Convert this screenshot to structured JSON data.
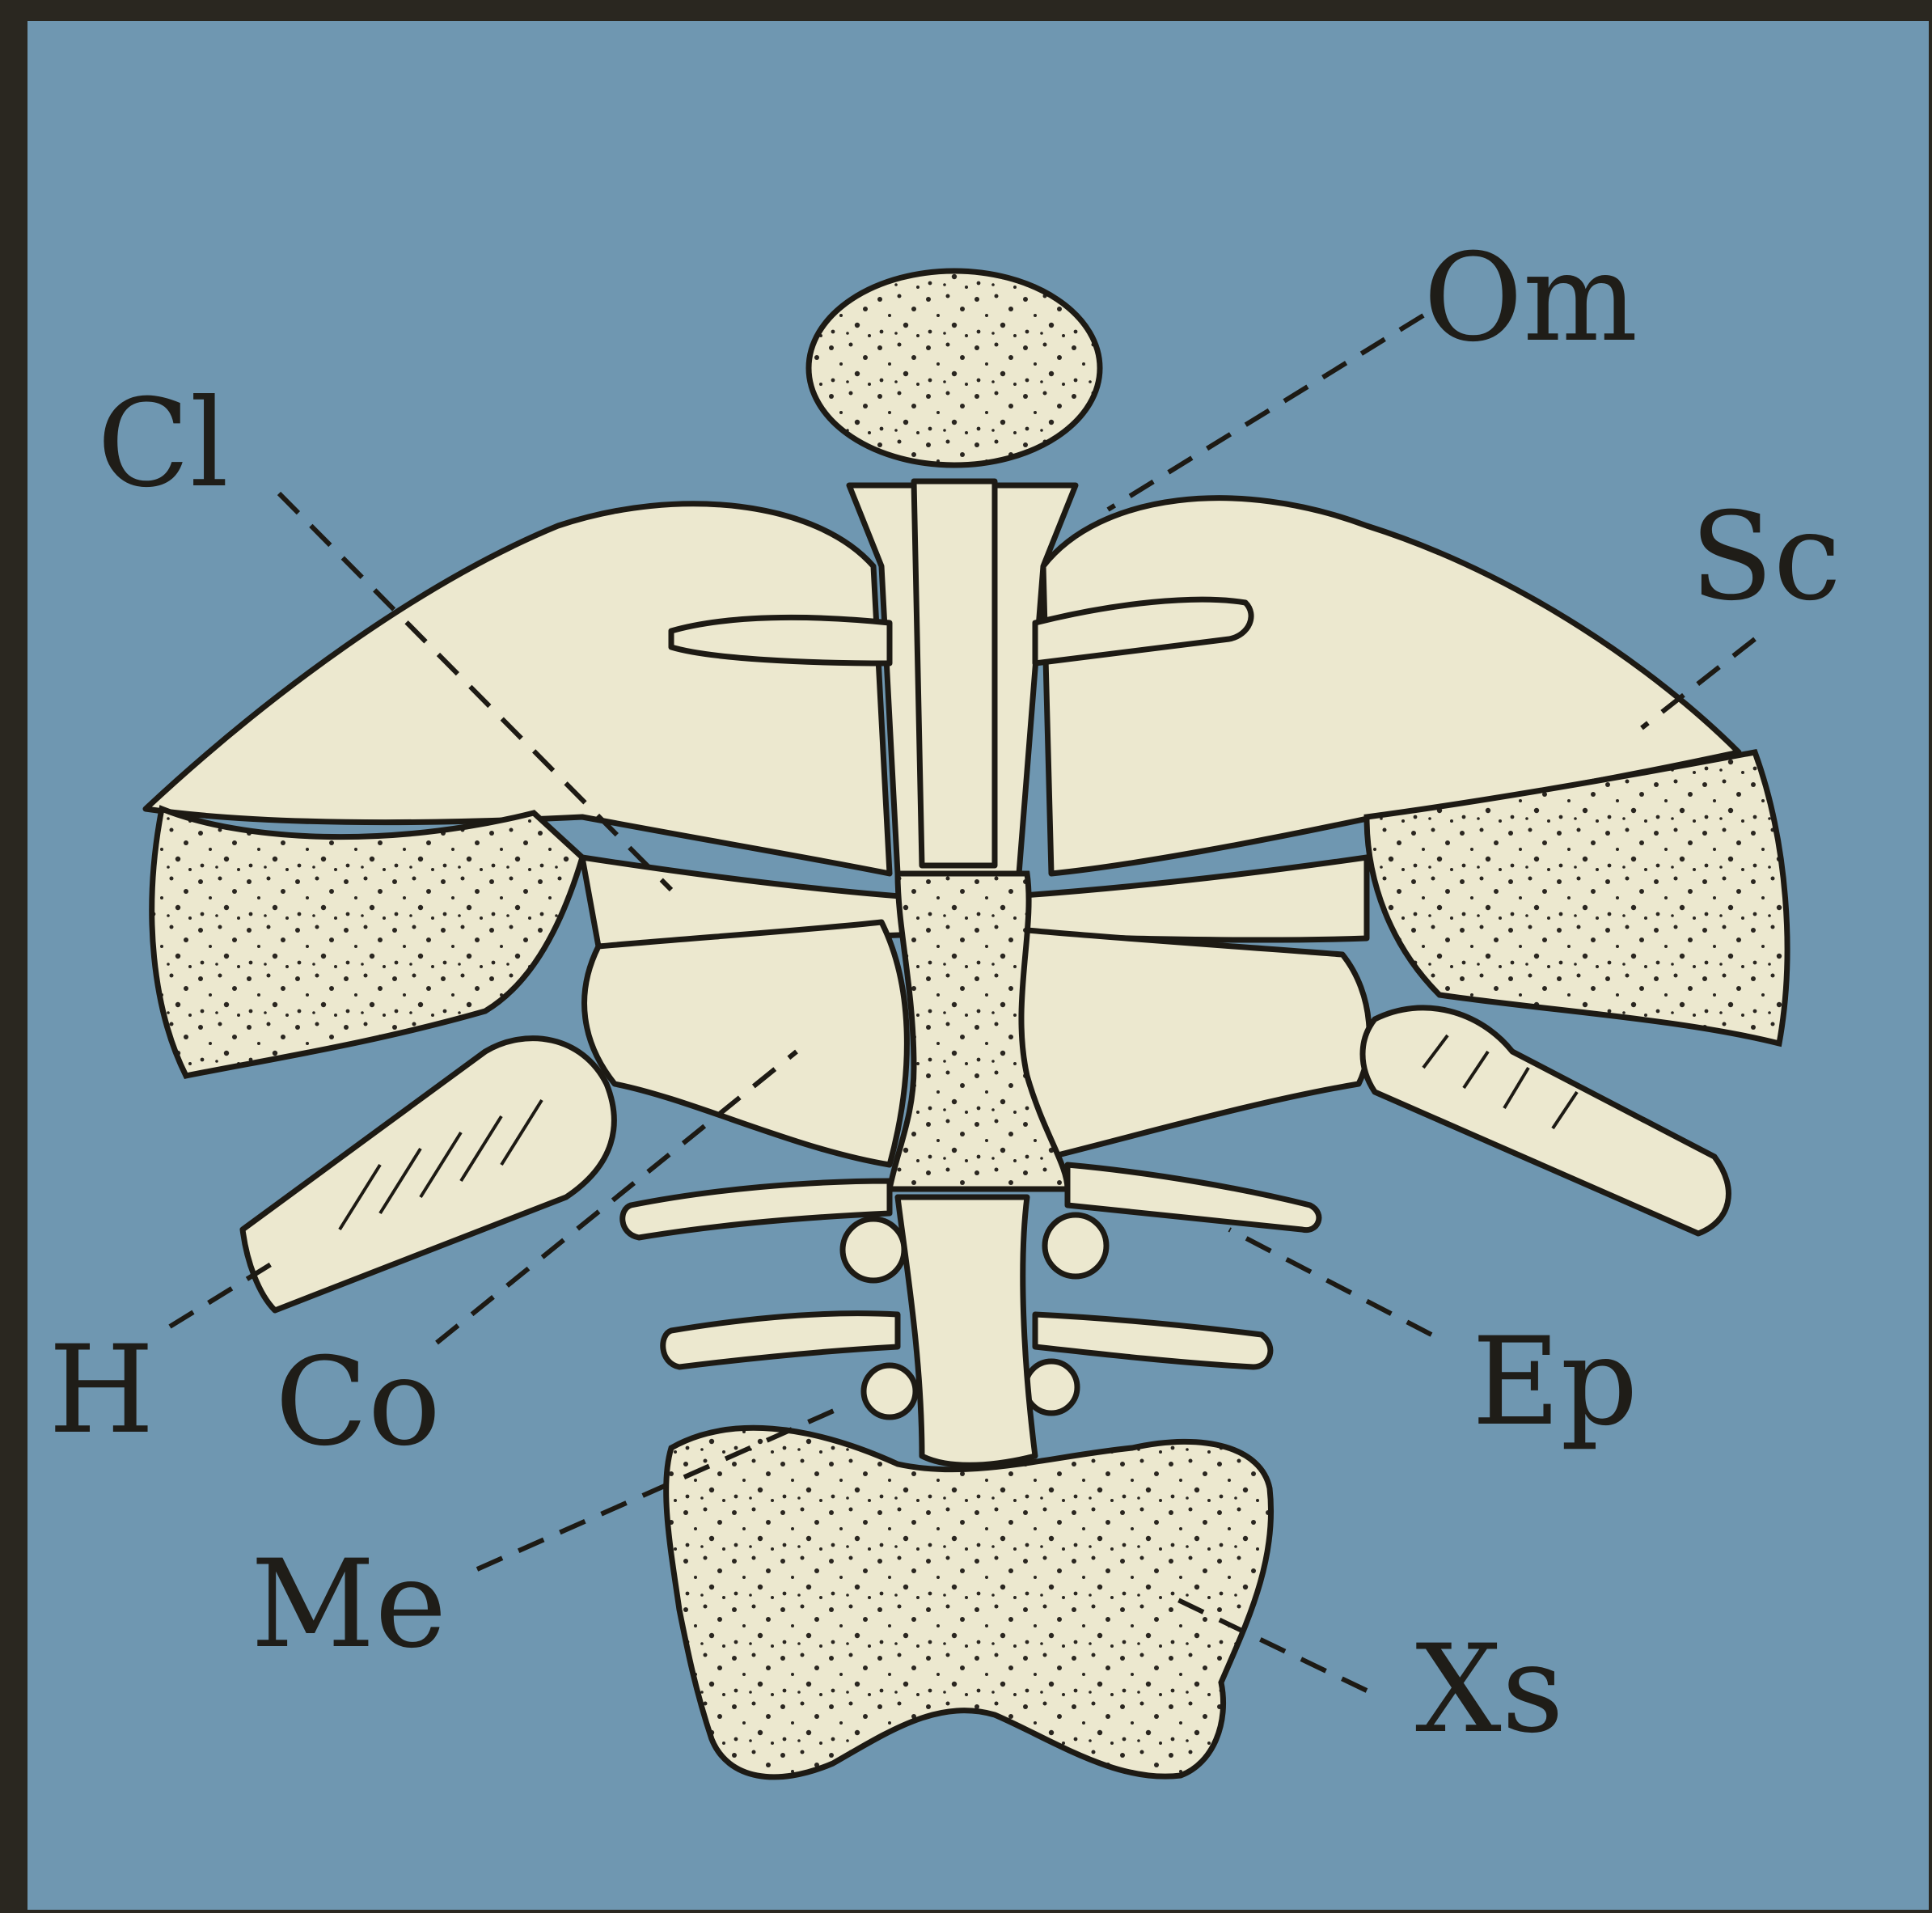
{
  "figure": {
    "labels": {
      "om": "Om",
      "cl": "Cl",
      "sc": "Sc",
      "h": "H",
      "co": "Co",
      "ep": "Ep",
      "me": "Me",
      "xs": "Xs"
    },
    "colors": {
      "background": "#6f97b1",
      "bone": "#ece8cf",
      "ink": "#1d1a14"
    }
  }
}
